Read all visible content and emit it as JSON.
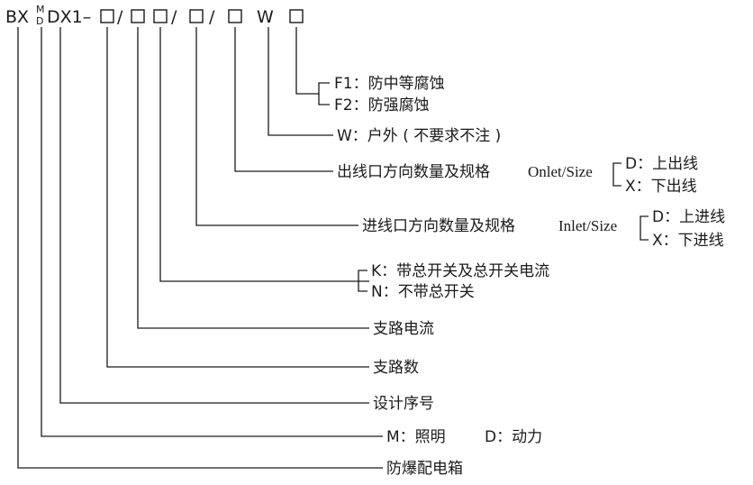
{
  "code": {
    "prefix": "BX",
    "sup": "M",
    "sub": "D",
    "model": "DX1–",
    "slash": "/",
    "w": "W"
  },
  "labels": {
    "corrosion_f1": "F1：防中等腐蚀",
    "corrosion_f2": "F2：防强腐蚀",
    "outdoor": "W：户外 ( 不要求不注 )",
    "outlet_title": "出线口方向数量及规格",
    "outlet_en": "Onlet/Size",
    "outlet_d": "D：上出线",
    "outlet_x": "X：下出线",
    "inlet_title": "进线口方向数量及规格",
    "inlet_en": "Inlet/Size",
    "inlet_d": "D：上进线",
    "inlet_x": "X：下进线",
    "switch_k": "K：带总开关及总开关电流",
    "switch_n": "N：不带总开关",
    "branch_current": "支路电流",
    "branch_count": "支路数",
    "design_no": "设计序号",
    "usage_m": "M：照明",
    "usage_d": "D：动力",
    "product": "防爆配电箱"
  }
}
